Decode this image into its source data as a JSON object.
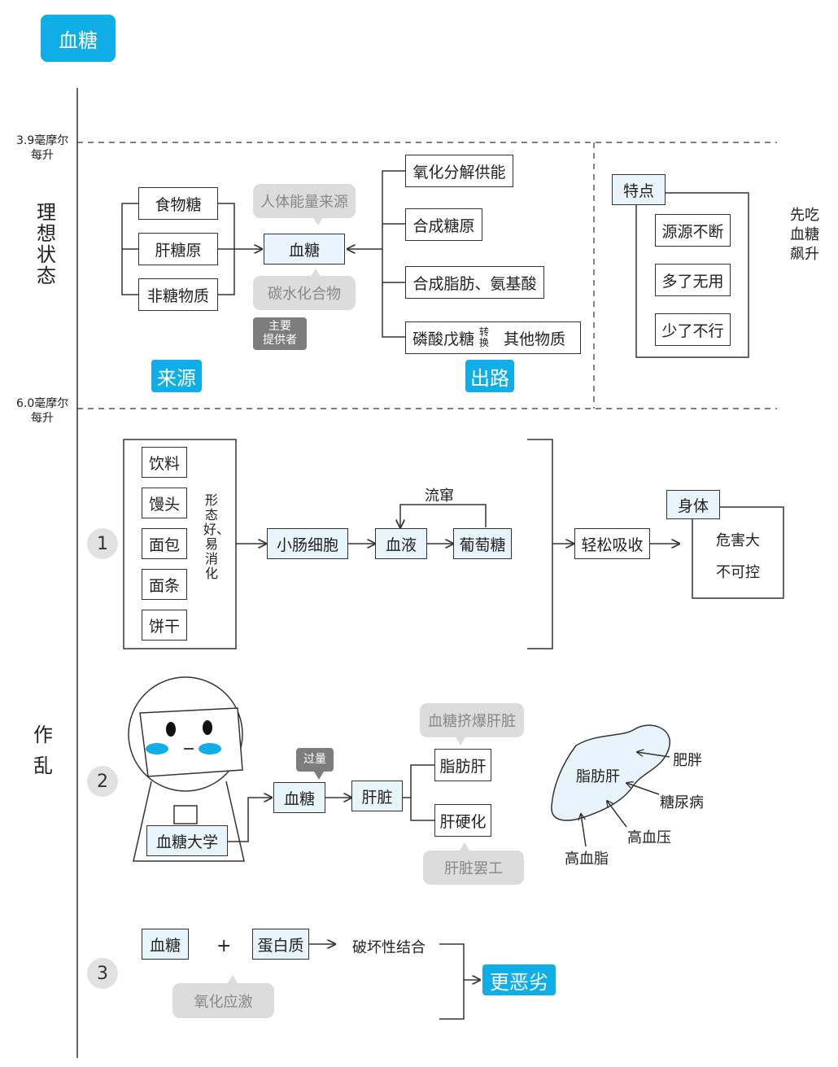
{
  "title": "血糖",
  "colors": {
    "accent": "#10aee6",
    "box_fill": "#e9f5fc",
    "pill": "#dcdcdc",
    "tag": "#7d7d7d"
  },
  "axis": {
    "mark_low": [
      "3.9毫摩尔",
      "每升"
    ],
    "mark_high": [
      "6.0毫摩尔",
      "每升"
    ],
    "ideal_label": "理想状态",
    "chaos_label": "作乱"
  },
  "ideal": {
    "sources": [
      "食物糖",
      "肝糖原",
      "非糖物质"
    ],
    "center": "血糖",
    "energy_note": "人体能量来源",
    "carb_note": "碳水化合物",
    "main_provider": [
      "主要",
      "提供者"
    ],
    "source_label": "来源",
    "outputs": [
      "氧化分解供能",
      "合成糖原",
      "合成脂肪、氨基酸"
    ],
    "output_last_left": "磷酸戊糖",
    "output_last_conv": [
      "转",
      "换"
    ],
    "output_last_right": "其他物质",
    "output_label": "出路",
    "features_title": "特点",
    "features": [
      "源源不断",
      "多了无用",
      "少了不行"
    ],
    "side_note": [
      "先吃",
      "血糖",
      "飙升"
    ]
  },
  "chaos1": {
    "num": "1",
    "foods": [
      "饮料",
      "馒头",
      "面包",
      "面条",
      "饼干"
    ],
    "food_note": "形态好、易消化",
    "chain": [
      "小肠细胞",
      "血液",
      "葡萄糖"
    ],
    "reflux": "流窜",
    "absorb": "轻松吸收",
    "body_title": "身体",
    "body_lines": [
      "危害大",
      "不可控"
    ]
  },
  "chaos2": {
    "num": "2",
    "badge": "血糖大学",
    "excess": "过量",
    "sugar": "血糖",
    "liver": "肝脏",
    "fatty": "脂肪肝",
    "cirrhosis": "肝硬化",
    "squeeze_note": "血糖挤爆肝脏",
    "strike_note": "肝脏罢工",
    "blob_label": "脂肪肝",
    "diseases": [
      "肥胖",
      "糖尿病",
      "高血压",
      "高血脂"
    ]
  },
  "chaos3": {
    "num": "3",
    "sugar": "血糖",
    "plus": "+",
    "protein": "蛋白质",
    "result": "破坏性结合",
    "stress": "氧化应激",
    "worse": "更恶劣"
  }
}
